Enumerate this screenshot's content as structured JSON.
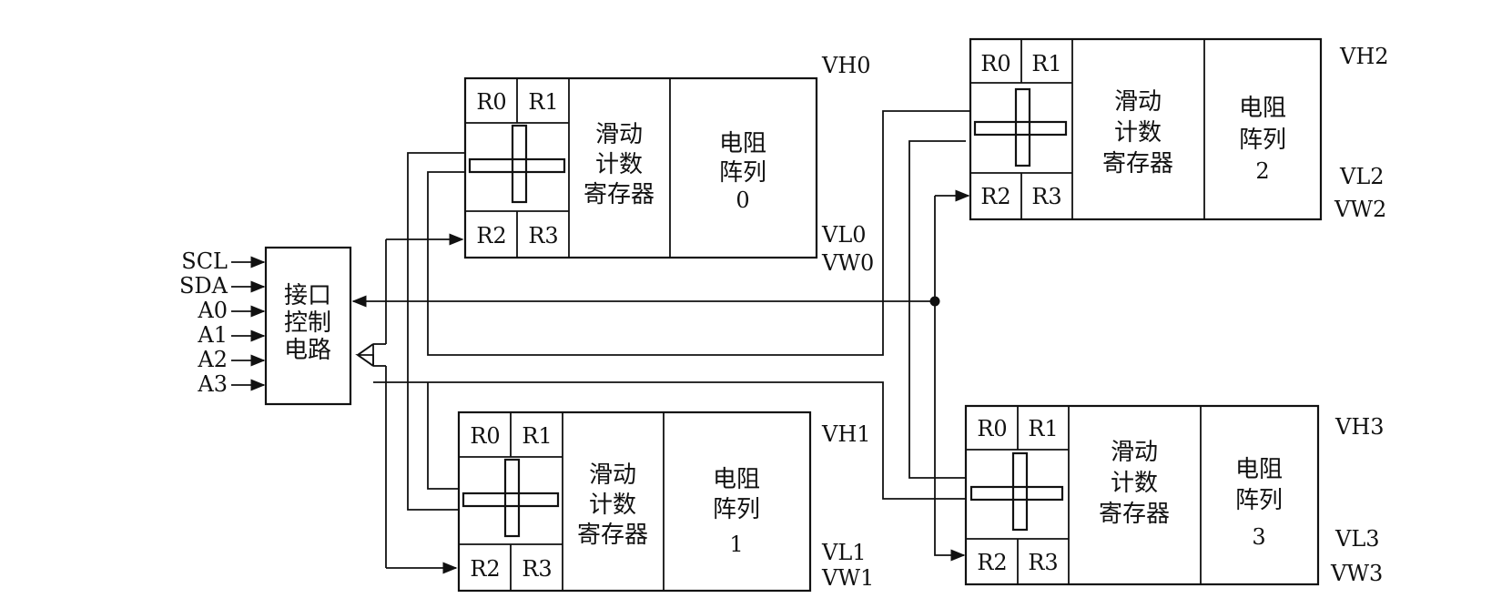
{
  "interface": {
    "inputs": [
      "SCL",
      "SDA",
      "A0",
      "A1",
      "A2",
      "A3"
    ],
    "lines": [
      "接口",
      "控制",
      "电路"
    ]
  },
  "units": [
    {
      "registers": [
        "R0",
        "R1",
        "R2",
        "R3"
      ],
      "counter": [
        "滑动",
        "计数",
        "寄存器"
      ],
      "array": [
        "电阻",
        "阵列",
        "0"
      ],
      "pins": [
        "VH0",
        "VL0",
        "VW0"
      ]
    },
    {
      "registers": [
        "R0",
        "R1",
        "R2",
        "R3"
      ],
      "counter": [
        "滑动",
        "计数",
        "寄存器"
      ],
      "array": [
        "电阻",
        "阵列",
        "1"
      ],
      "pins": [
        "VH1",
        "VL1",
        "VW1"
      ]
    },
    {
      "registers": [
        "R0",
        "R1",
        "R2",
        "R3"
      ],
      "counter": [
        "滑动",
        "计数",
        "寄存器"
      ],
      "array": [
        "电阻",
        "阵列",
        "2"
      ],
      "pins": [
        "VH2",
        "VL2",
        "VW2"
      ]
    },
    {
      "registers": [
        "R0",
        "R1",
        "R2",
        "R3"
      ],
      "counter": [
        "滑动",
        "计数",
        "寄存器"
      ],
      "array": [
        "电阻",
        "阵列",
        "3"
      ],
      "pins": [
        "VH3",
        "VL3",
        "VW3"
      ]
    }
  ]
}
